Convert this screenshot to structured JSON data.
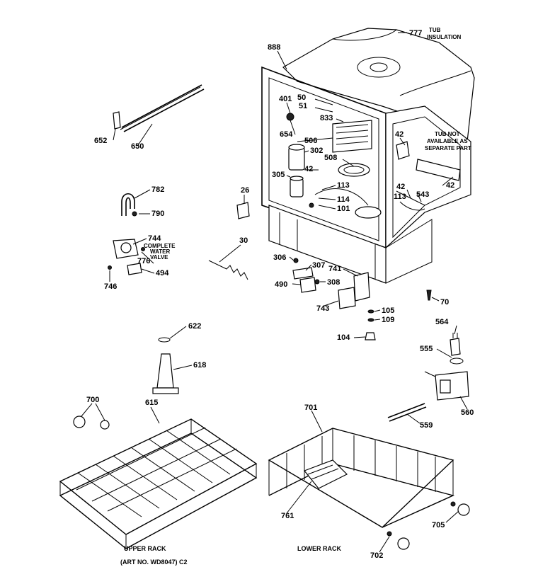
{
  "labels": {
    "tub": "777",
    "tub_insulation_1": "TUB",
    "tub_insulation_2": "INSULATION",
    "p888": "888",
    "p401": "401",
    "p50": "50",
    "p51": "51",
    "p833": "833",
    "p654": "654",
    "p506": "506",
    "p302": "302",
    "p508": "508",
    "p42a": "42",
    "p305": "305",
    "p113a": "113",
    "p114": "114",
    "p101": "101",
    "p42b": "42",
    "p42c": "42",
    "p42d": "42",
    "p113b": "113",
    "p543": "543",
    "tub_note_1": "TUB NOT",
    "tub_note_2": "AVAILABLE AS",
    "tub_note_3": "SEPARATE PART",
    "p652": "652",
    "p650": "650",
    "p782": "782",
    "p790": "790",
    "p26": "26",
    "p744": "744",
    "complete_1": "COMPLETE",
    "complete_2": "WATER",
    "complete_3": "VALVE",
    "p776": "776",
    "p494": "494",
    "p746": "746",
    "p30": "30",
    "p306": "306",
    "p307": "307",
    "p741": "741",
    "p490": "490",
    "p308": "308",
    "p743": "743",
    "p70": "70",
    "p105": "105",
    "p109": "109",
    "p104": "104",
    "p564": "564",
    "p555": "555",
    "p560": "560",
    "p559": "559",
    "p622": "622",
    "p618": "618",
    "p700": "700",
    "p615": "615",
    "p701": "701",
    "p761": "761",
    "p705": "705",
    "p702": "702",
    "upper_rack": "UPPER RACK",
    "lower_rack": "LOWER RACK",
    "art_no": "(ART NO. WD8047) C2"
  }
}
